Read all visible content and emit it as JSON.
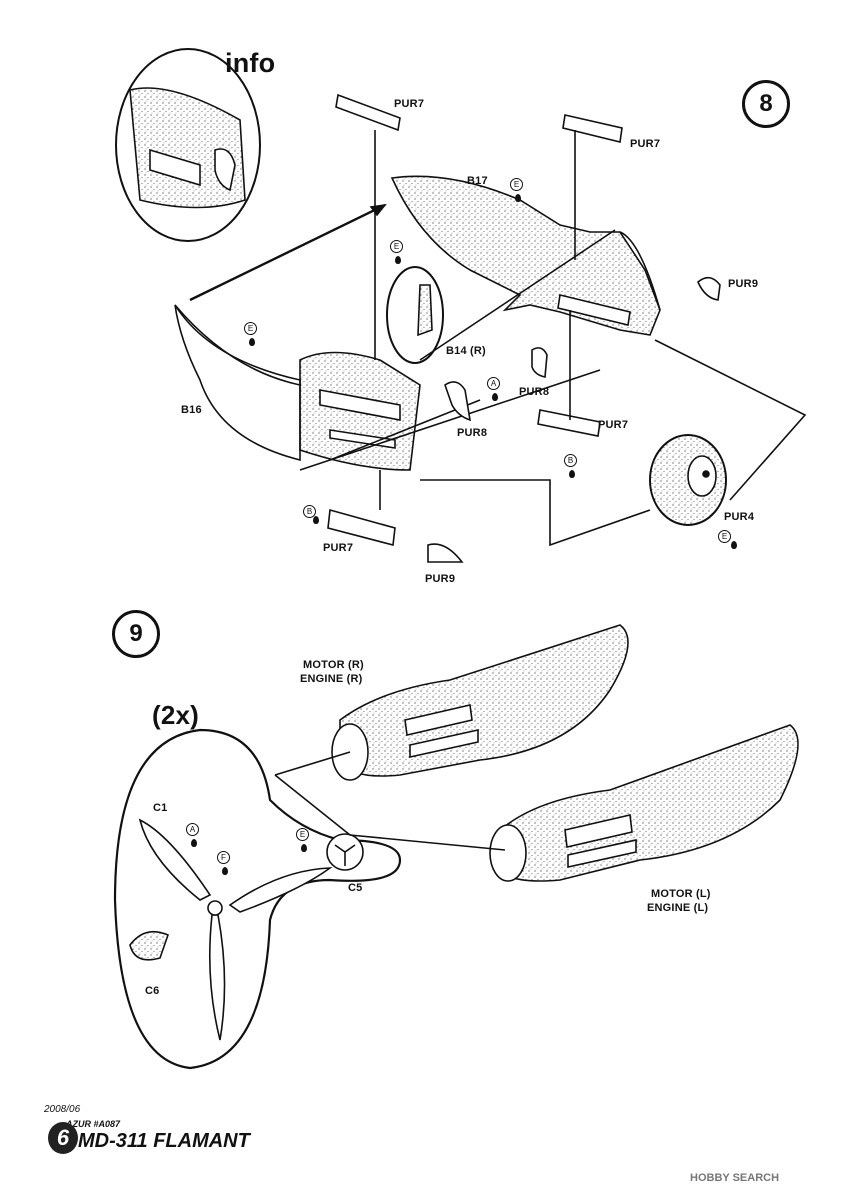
{
  "info_label": "info",
  "steps": {
    "step8": "8",
    "step9": "9"
  },
  "multiplier": "(2x)",
  "parts": {
    "pur7_top_left": "PUR7",
    "pur7_top_right": "PUR7",
    "pur7_mid": "PUR7",
    "pur7_bottom": "PUR7",
    "b17": "B17",
    "pur9_right": "PUR9",
    "pur9_bottom": "PUR9",
    "b14r": "B14 (R)",
    "pur8_right": "PUR8",
    "pur8_left": "PUR8",
    "b16": "B16",
    "pur4": "PUR4",
    "c1": "C1",
    "c5": "C5",
    "c6": "C6"
  },
  "engine_labels": {
    "right_motor": "MOTOR (R)",
    "right_engine": "ENGINE (R)",
    "left_motor": "MOTOR (L)",
    "left_engine": "ENGINE (L)"
  },
  "paint_codes": {
    "b17": "E",
    "b14": "E",
    "b16": "E",
    "a_pur8": "A",
    "b_pur7": "B",
    "b_pur7_bottom": "B",
    "e_pur4": "E",
    "a_c1": "A",
    "f_c1": "F",
    "e_c5": "E"
  },
  "footer": {
    "date": "2008/06",
    "code": "AZUR #A087",
    "page_number": "6",
    "title": "MD-311 FLAMANT"
  },
  "watermark": "HOBBY SEARCH"
}
